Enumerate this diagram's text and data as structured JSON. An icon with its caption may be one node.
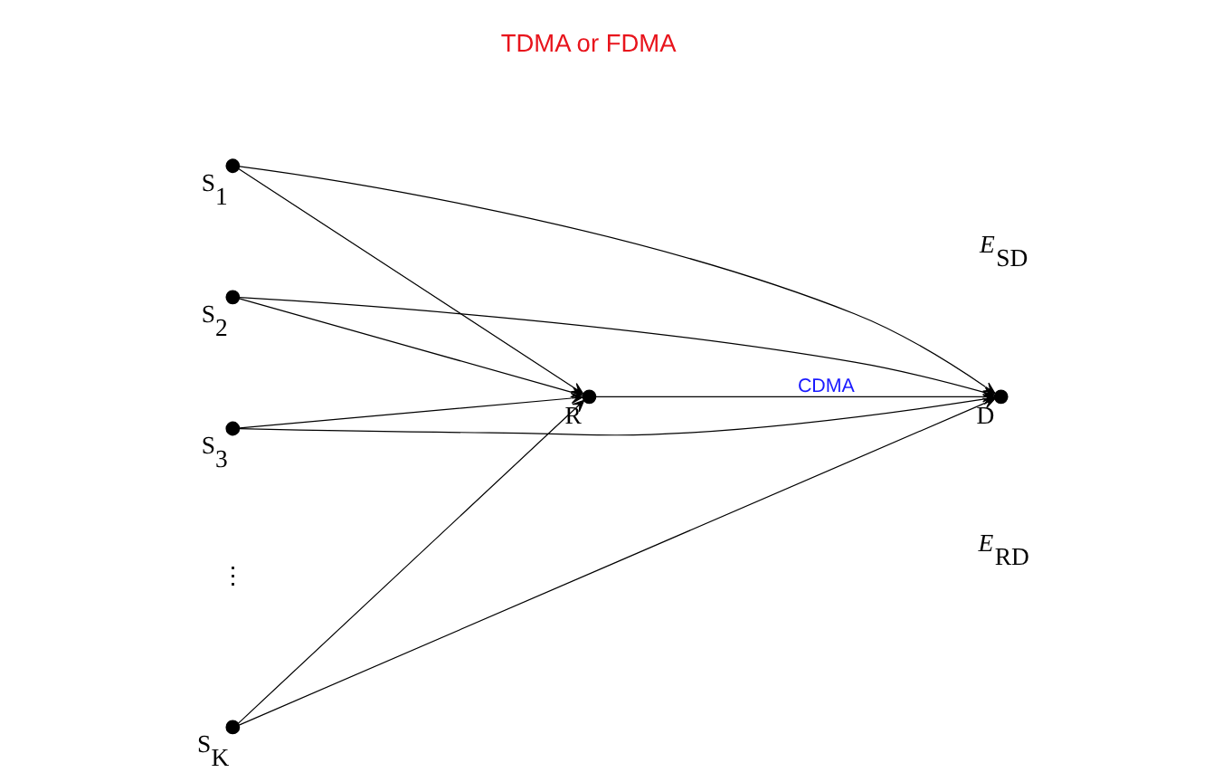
{
  "diagram": {
    "nodes": [
      {
        "text": [],
        "shape": "circle",
        "beside": [
          "S$_{1}$"
        ]
      },
      {
        "text": [],
        "shape": "circle",
        "beside": [
          "S$_{2}$"
        ]
      },
      {
        "text": [],
        "shape": "circle",
        "beside": [
          "S$_{3}$"
        ]
      },
      {
        "text": [],
        "shape": "circle",
        "beside": [
          "S$_{K}$"
        ]
      },
      {
        "text": [],
        "shape": "circle",
        "beside": [
          "D"
        ]
      },
      {
        "text": [],
        "shape": "circle",
        "beside": [
          "R"
        ]
      }
    ],
    "edges": [
      {
        "from": 0,
        "to": 4,
        "arrow": "to"
      },
      {
        "from": 0,
        "to": 5,
        "arrow": "to"
      },
      {
        "from": 1,
        "to": 4,
        "arrow": "to"
      },
      {
        "from": 1,
        "to": 5,
        "arrow": "to"
      },
      {
        "from": 2,
        "to": 4,
        "arrow": "to"
      },
      {
        "from": 2,
        "to": 5,
        "arrow": "to"
      },
      {
        "from": 3,
        "to": 4,
        "arrow": "to"
      },
      {
        "from": 3,
        "to": 5,
        "arrow": "to"
      },
      {
        "from": 5,
        "to": 4,
        "arrow": "to",
        "label": "CDMA"
      }
    ],
    "labels": [
      "TDMA or FDMA",
      "⋮",
      "*E*$_{SD}$",
      "*E*$_{RD}$"
    ]
  }
}
